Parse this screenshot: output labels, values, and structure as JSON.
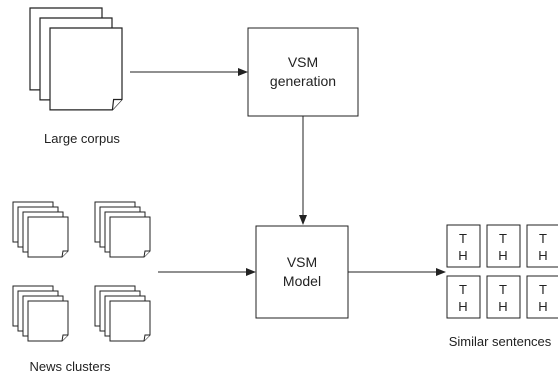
{
  "nodes": {
    "large_corpus": {
      "label": "Large corpus"
    },
    "vsm_generation": {
      "line1": "VSM",
      "line2": "generation"
    },
    "news_clusters": {
      "label": "News clusters"
    },
    "vsm_model": {
      "line1": "VSM",
      "line2": "Model"
    },
    "similar_sentences": {
      "label": "Similar sentences",
      "pairs": [
        {
          "t": "T",
          "h": "H"
        },
        {
          "t": "T",
          "h": "H"
        },
        {
          "t": "T",
          "h": "H"
        },
        {
          "t": "T",
          "h": "H"
        },
        {
          "t": "T",
          "h": "H"
        },
        {
          "t": "T",
          "h": "H"
        }
      ]
    }
  },
  "colors": {
    "stroke": "#222222",
    "fill": "#ffffff",
    "text": "#222222"
  }
}
